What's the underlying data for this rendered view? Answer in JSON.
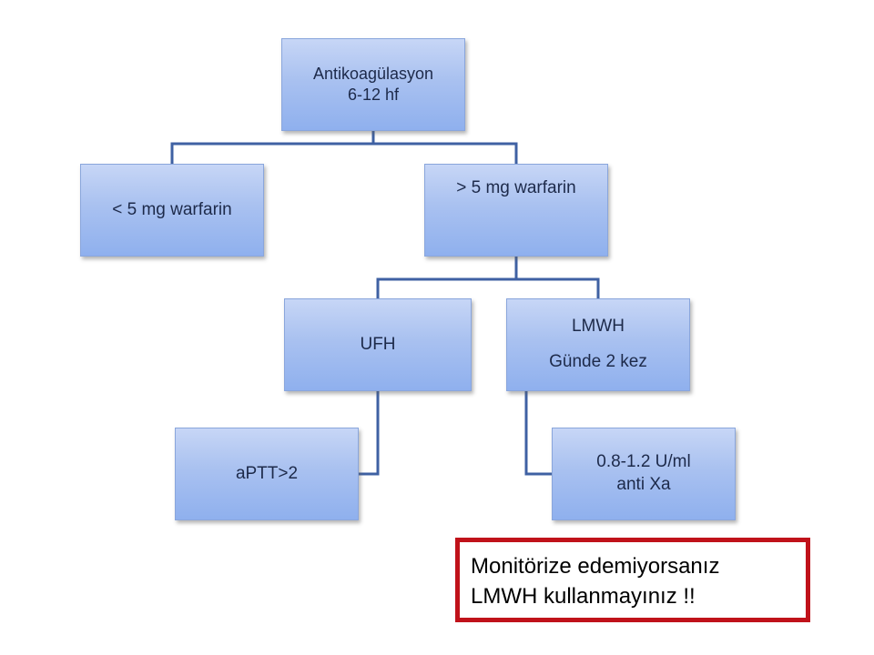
{
  "nodes": {
    "root": {
      "line1": "Antikoagülasyon",
      "line2": "6-12 hf"
    },
    "lt5": {
      "label": "< 5 mg warfarin"
    },
    "gt5": {
      "label": "> 5 mg warfarin"
    },
    "ufh": {
      "label": "UFH"
    },
    "lmwh": {
      "line1": "LMWH",
      "line2": "Günde 2 kez"
    },
    "aptt": {
      "label": "aPTT>2"
    },
    "xa": {
      "line1": "0.8-1.2 U/ml",
      "line2": "anti Xa"
    }
  },
  "callout": {
    "line1": "Monitörize edemiyorsanız",
    "line2": "LMWH kullanmayınız !!"
  },
  "colors": {
    "connector": "#3f61a3",
    "node_fill": "#a9c1f0",
    "callout_border": "#c0121a"
  }
}
